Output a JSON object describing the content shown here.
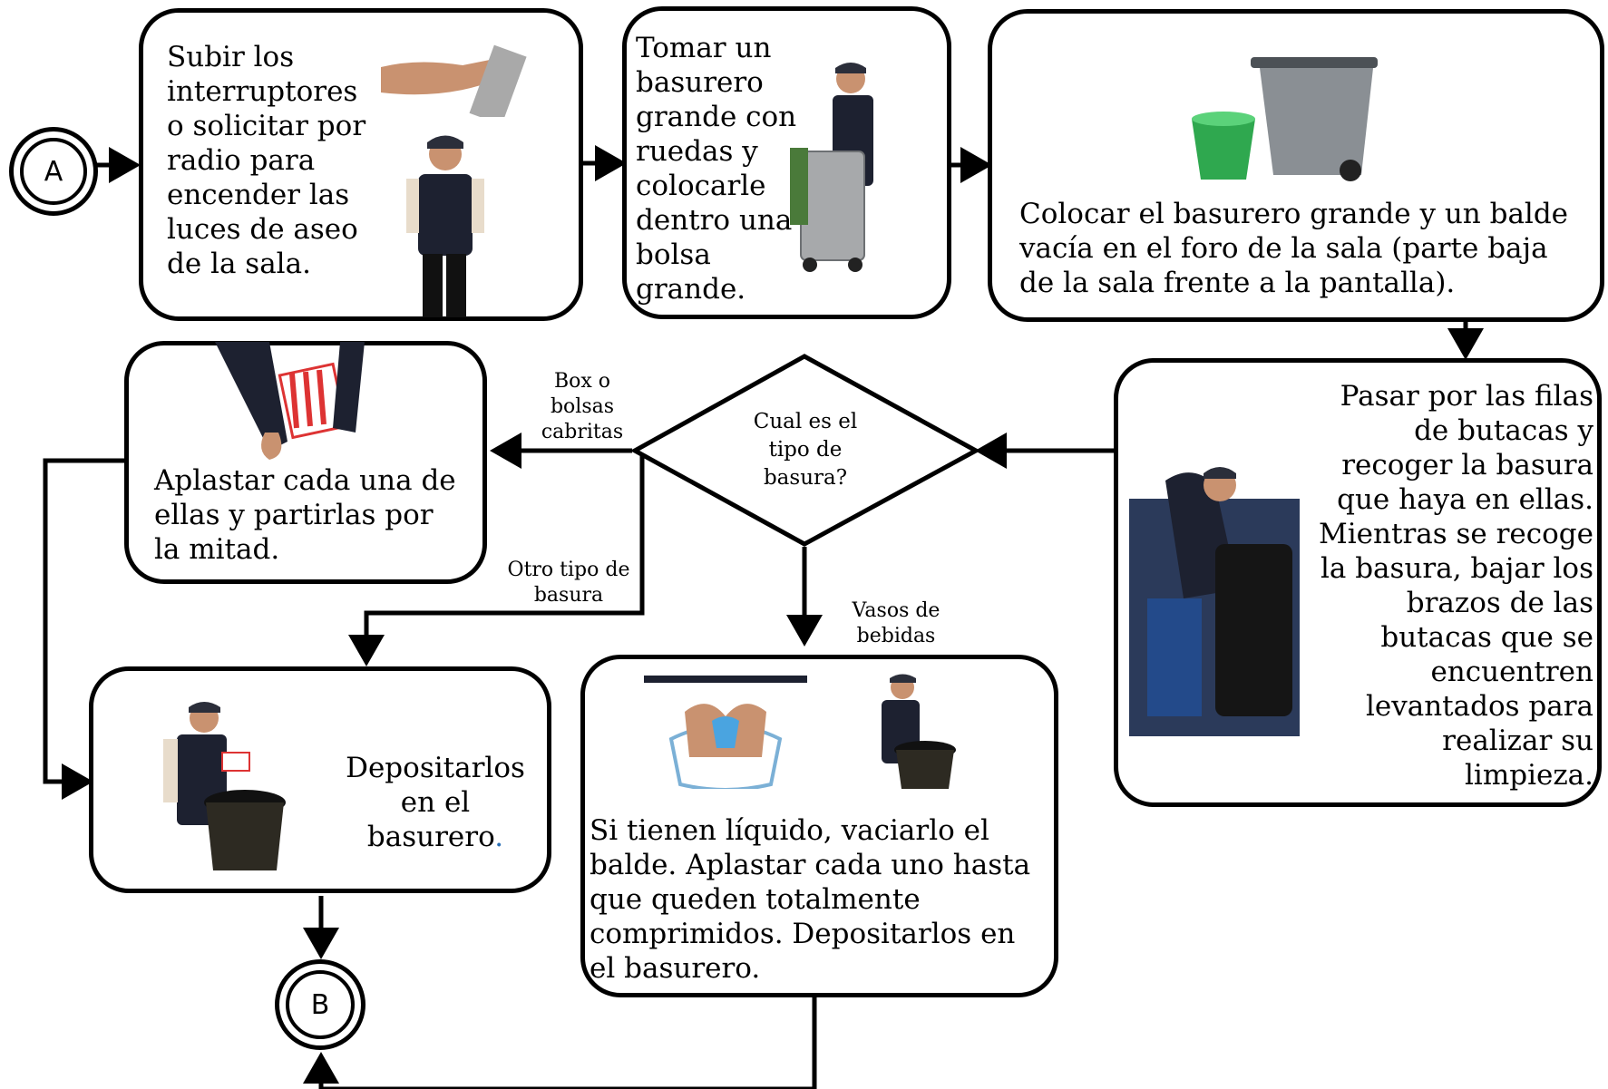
{
  "connectors": {
    "start": "A",
    "end": "B"
  },
  "steps": {
    "step1": "Subir los\ninterruptores\no solicitar por\nradio para\nencender las\nluces de aseo\nde la sala.",
    "step2": "Tomar un\nbasurero\ngrande con\nruedas y\ncolocarle\ndentro una\nbolsa\ngrande.",
    "step3": "Colocar el basurero grande y un balde\nvacía en el foro de la sala (parte baja\nde la sala frente a la pantalla).",
    "step4": "Pasar por las filas\nde butacas y\nrecoger la basura\nque haya en ellas.\nMientras se recoge\nla basura, bajar los\nbrazos  de las\nbutacas que se\nencuentren\nlevantados para\nrealizar su\nlimpieza.",
    "step5": "Aplastar cada una de\nellas y partirlas por\nla mitad.",
    "step6": "Depositarlos\nen el\nbasurero",
    "step6_dot": ".",
    "step7": "Si tienen líquido, vaciarlo el\nbalde. Aplastar cada uno hasta\nque queden totalmente\ncomprimidos. Depositarlos en\nel basurero."
  },
  "decision": {
    "question": "Cual es el\ntipo de\nbasura?",
    "branch_left": "Box o\nbolsas\ncabritas",
    "branch_down_left": "Otro tipo de\nbasura",
    "branch_down": "Vasos de\nbebidas"
  },
  "colors": {
    "line": "#000000",
    "green_bucket": "#2fa84f",
    "bin_gray": "#8a8f94",
    "link_dot": "#2a6fb5"
  }
}
